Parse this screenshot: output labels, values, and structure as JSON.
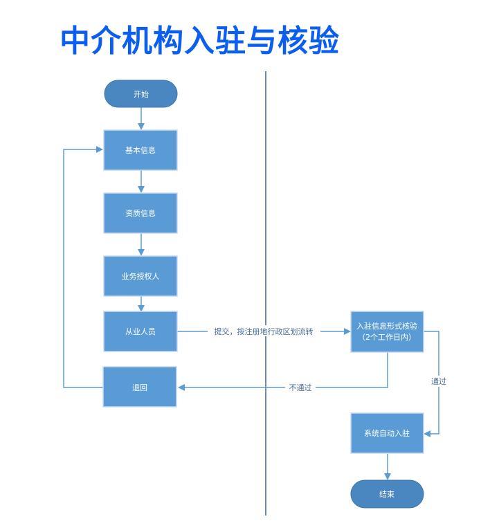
{
  "title": "中介机构入驻与核验",
  "colors": {
    "title": "#0b5ef0",
    "process_fill": "#5b9bd5",
    "terminal_fill": "#4a86c0",
    "line": "#5b9bd5",
    "divider": "#44709c"
  },
  "nodes": {
    "start": "开始",
    "basic_info": "基本信息",
    "qualification_info": "资质信息",
    "authorized_person": "业务授权人",
    "practitioners": "从业人员",
    "return": "退回",
    "verify_line1": "入驻信息形式核验",
    "verify_line2": "（2个工作日内）",
    "auto_join": "系统自动入驻",
    "end": "结束"
  },
  "edges": {
    "submit": "提交，按注册地行政区划流转",
    "fail": "不通过",
    "pass": "通过"
  }
}
